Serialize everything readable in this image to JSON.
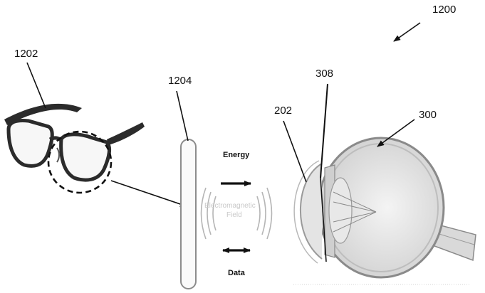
{
  "references": {
    "figure": "1200",
    "glasses": "1202",
    "coil": "1204",
    "contact_lens": "202",
    "implant": "308",
    "eye": "300"
  },
  "labels": {
    "energy": "Energy",
    "field_line1": "Electromagnetic",
    "field_line2": "Field",
    "data": "Data"
  },
  "colors": {
    "line": "#111111",
    "outline": "#9a9a9a",
    "frame": "#333333",
    "tissue": "#d0d0d0"
  }
}
